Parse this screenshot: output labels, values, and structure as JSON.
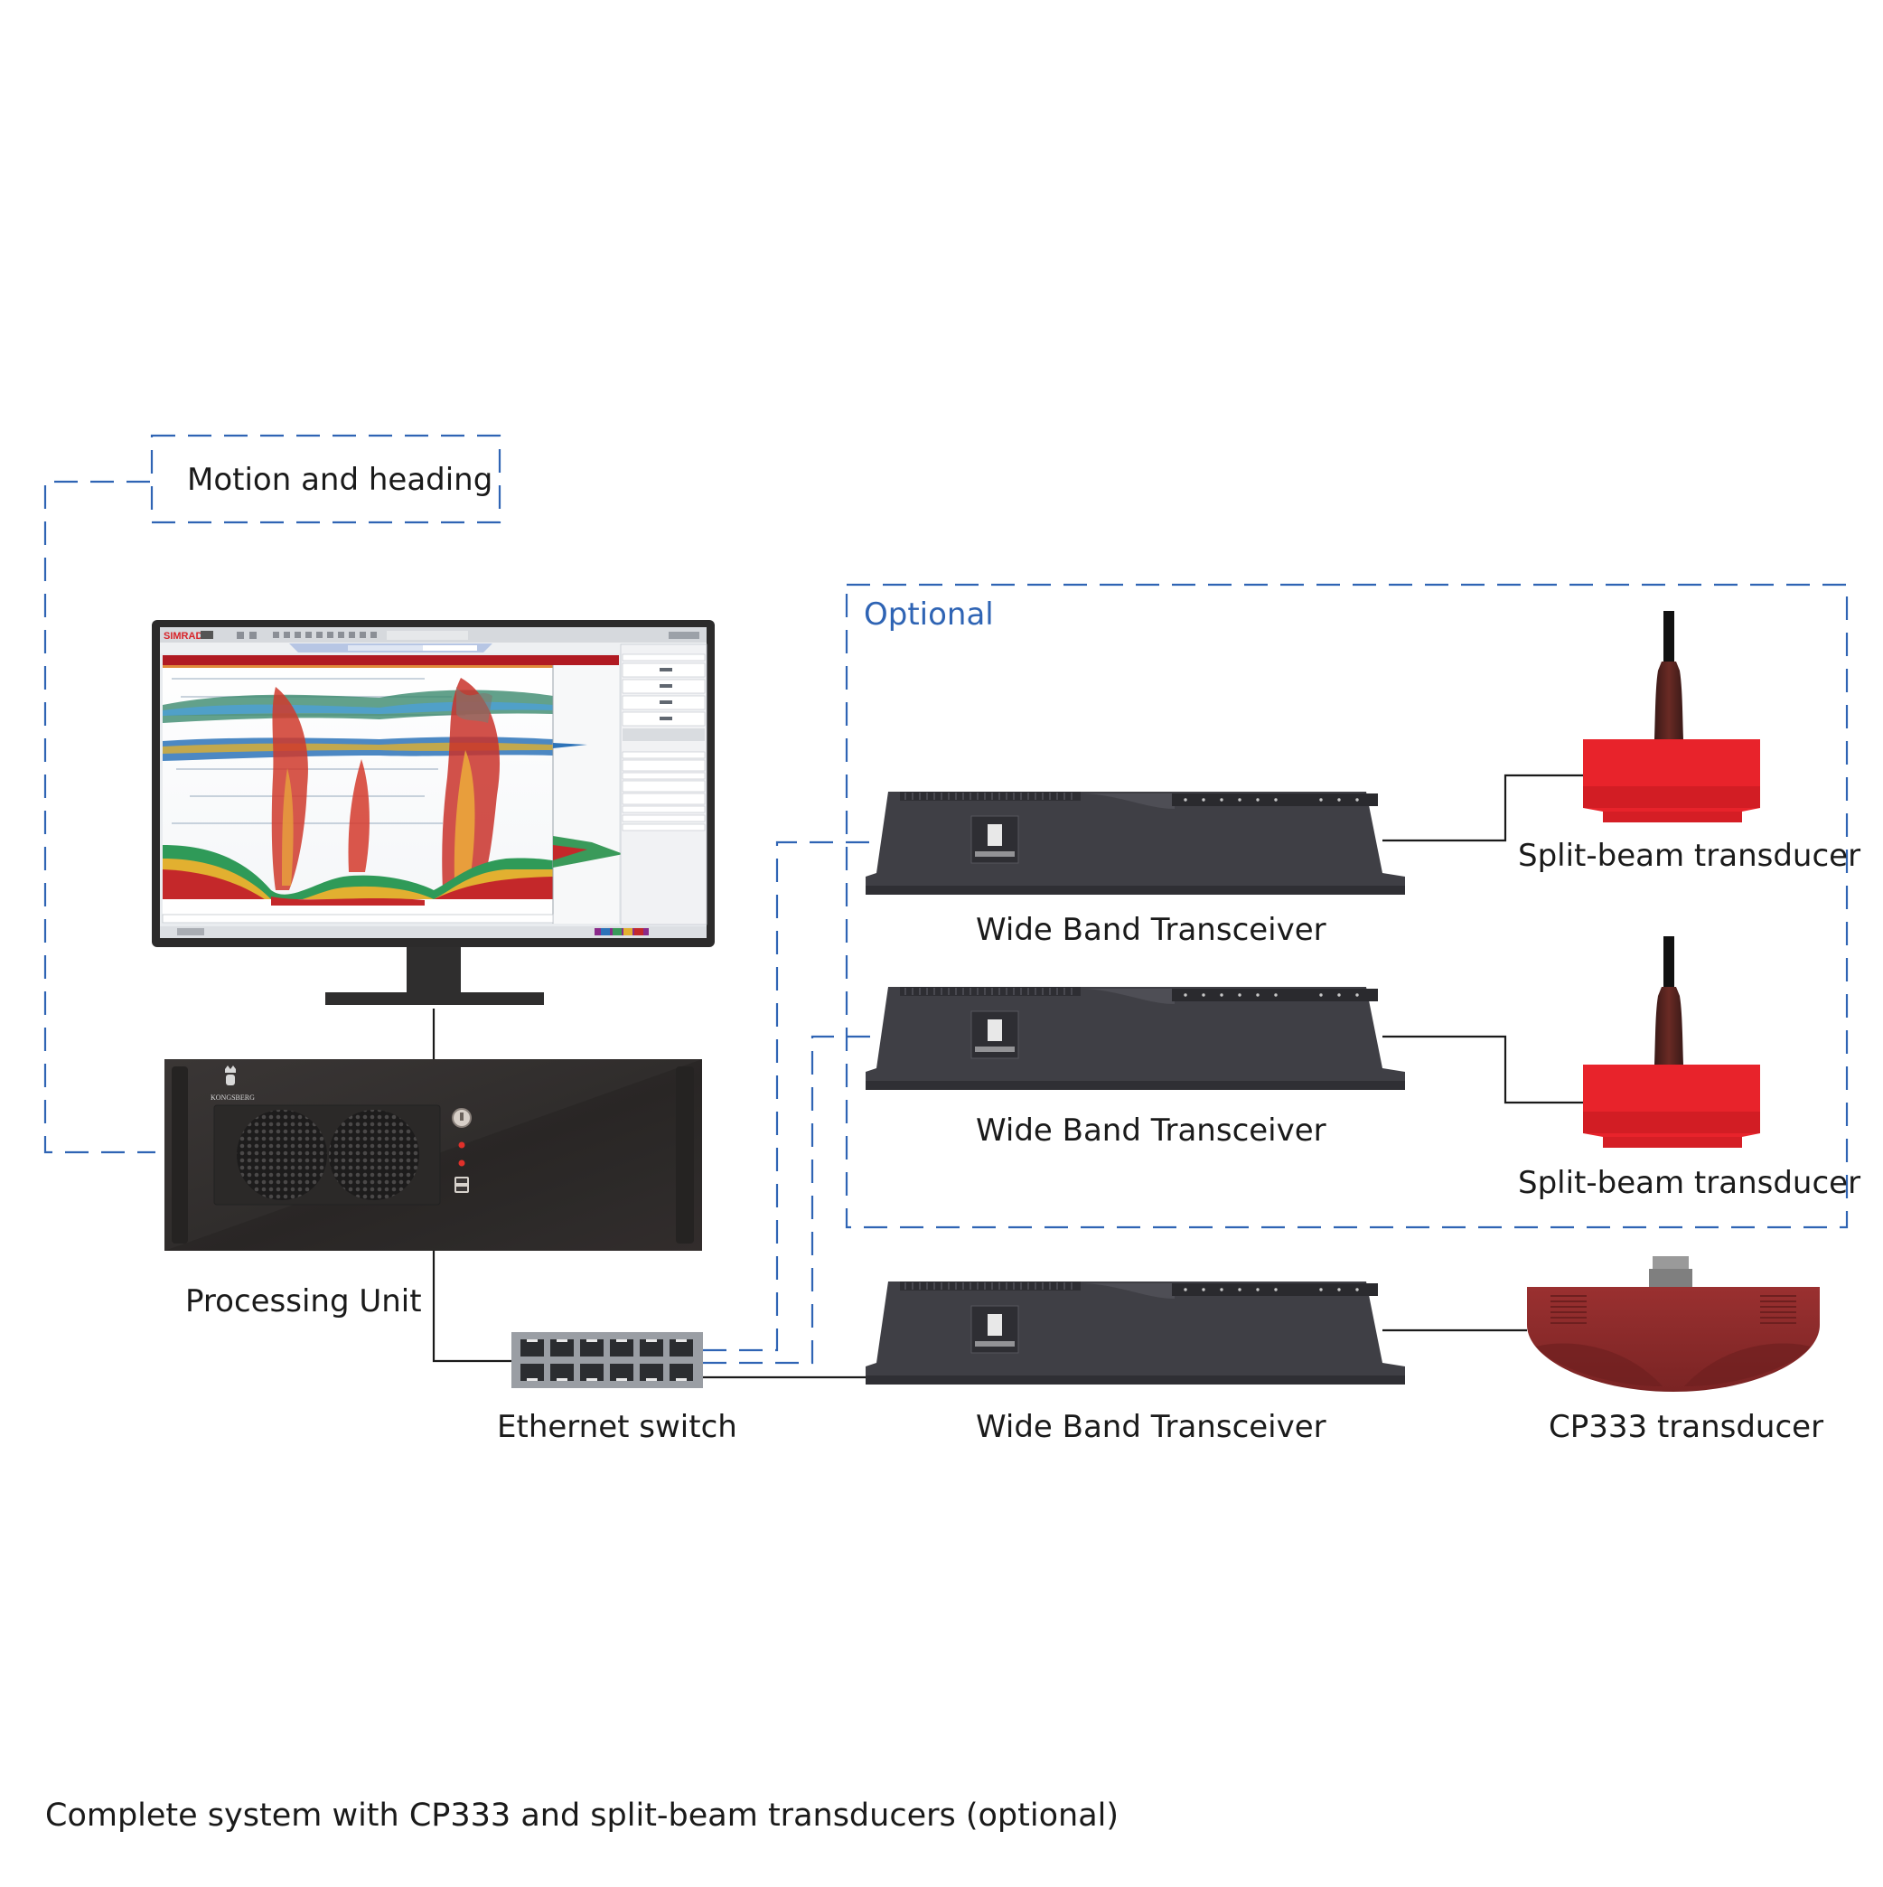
{
  "labels": {
    "motion_heading": "Motion and heading",
    "optional": "Optional",
    "processing_unit": "Processing Unit",
    "ethernet_switch": "Ethernet switch",
    "wbt_1": "Wide Band Transceiver",
    "wbt_2": "Wide Band Transceiver",
    "wbt_3": "Wide Band Transceiver",
    "split_beam_1": "Split-beam transducer",
    "split_beam_2": "Split-beam transducer",
    "cp333": "CP333 transducer",
    "caption": "Complete system with CP333 and split-beam transducers (optional)"
  },
  "brand": {
    "simrad": "SIMRAD",
    "kongsberg": "KONGSBERG"
  },
  "colors": {
    "dashed_link": "#2f64b4",
    "cable": "#1a1a1a",
    "transceiver_body": "#404046",
    "split_beam_red": "#e8232b",
    "cp333_red": "#8e2b2b"
  }
}
